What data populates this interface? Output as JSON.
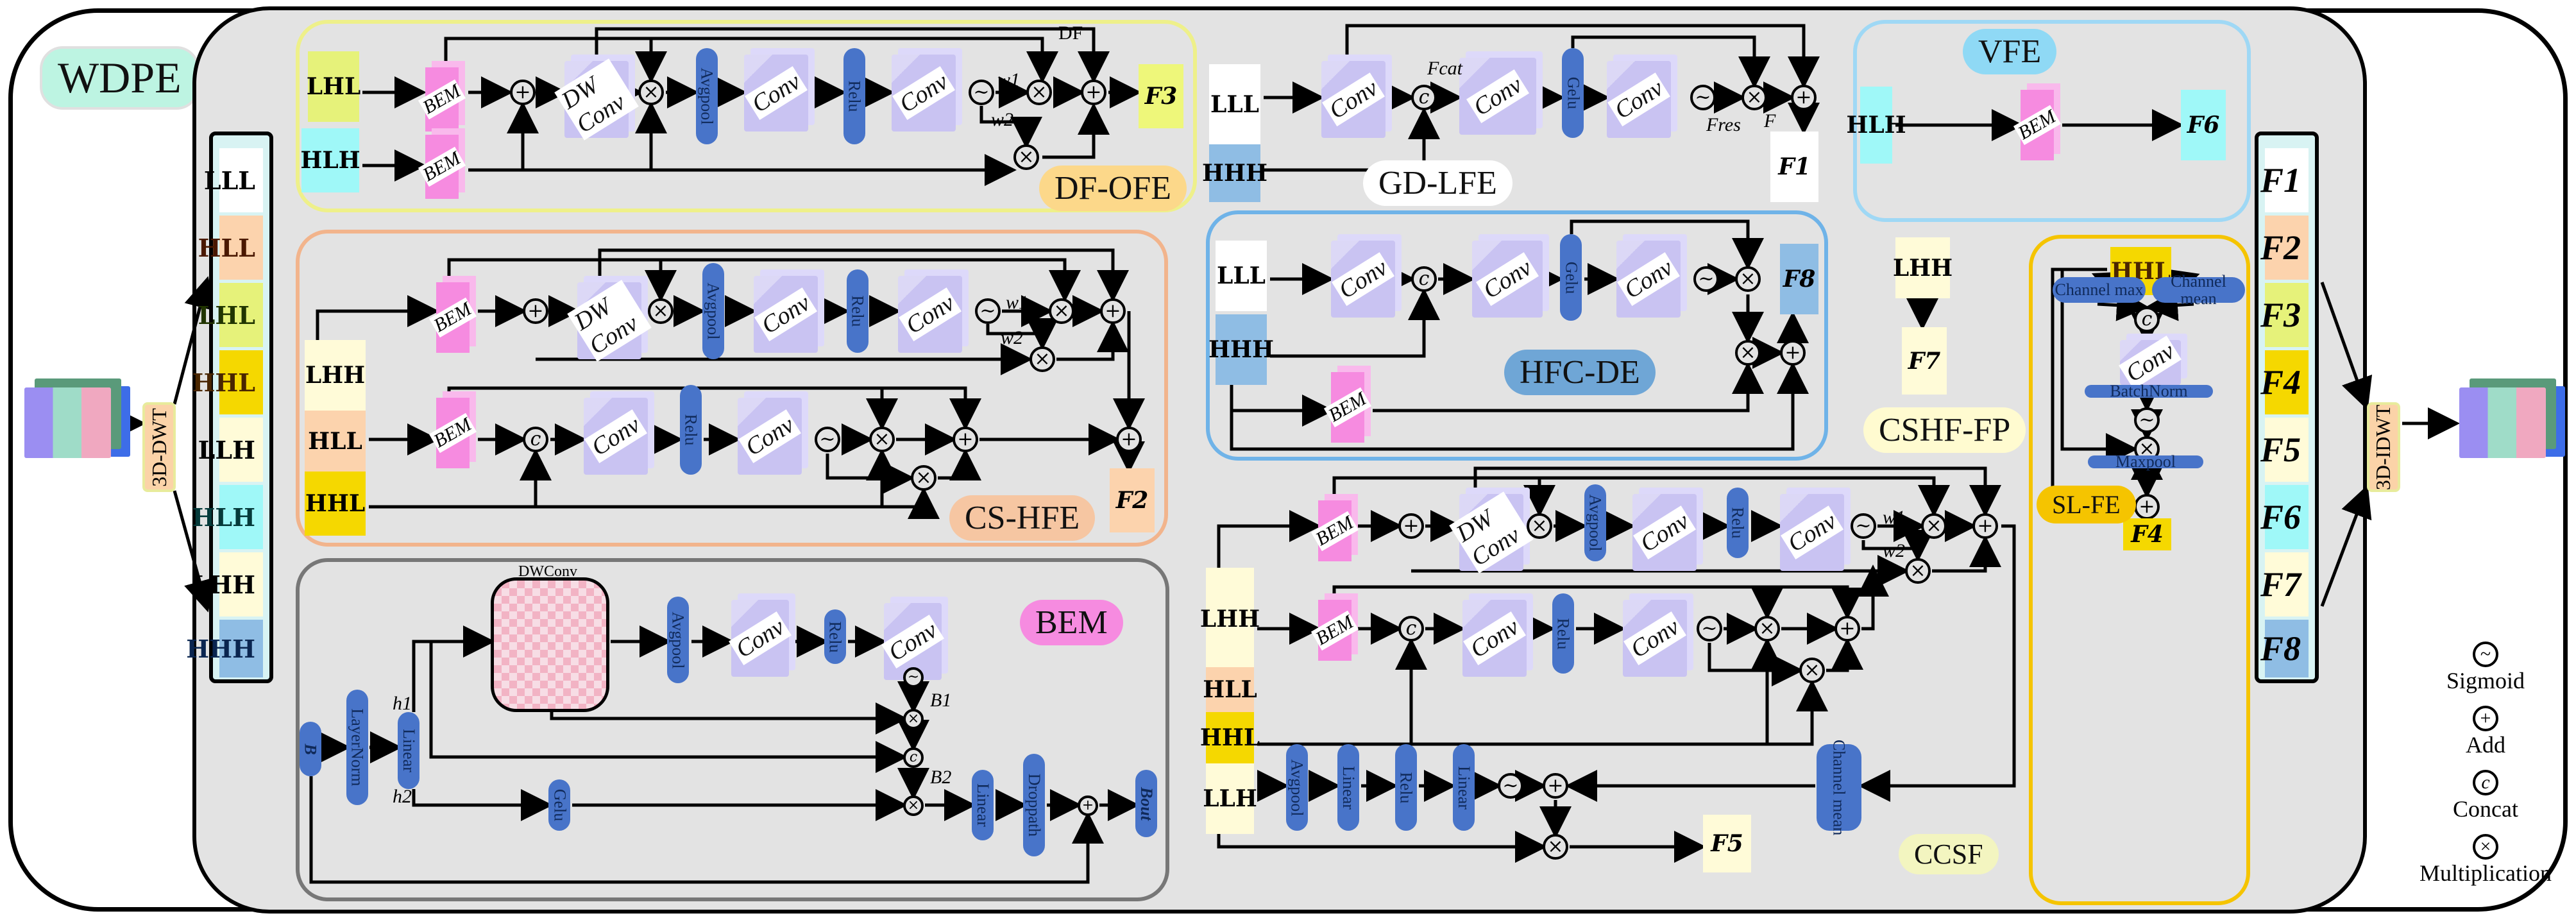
{
  "title": "WDPE",
  "input": {
    "transform_label": "3D-DWT"
  },
  "subbands": [
    "LLL",
    "HLL",
    "LHL",
    "HHL",
    "LLH",
    "HLH",
    "LHH",
    "HHH"
  ],
  "subband_colors": [
    "#ffffff",
    "#fcd3ad",
    "#e6f27a",
    "#f5d800",
    "#fffbd8",
    "#9ff8f8",
    "#fffbd8",
    "#8fbde4"
  ],
  "outputs": [
    "F1",
    "F2",
    "F3",
    "F4",
    "F5",
    "F6",
    "F7",
    "F8"
  ],
  "output": {
    "transform_label": "3D-IDWT"
  },
  "modules": {
    "df_ofe": {
      "name": "DF-OFE",
      "inputs": [
        "LHL",
        "HLH"
      ],
      "blocks": [
        "BEM",
        "BEM",
        "DW Conv",
        "Avgpool",
        "Conv",
        "Relu",
        "Conv"
      ],
      "labels": {
        "df": "DF",
        "w1": "w1",
        "w2": "w2"
      },
      "output": "F3"
    },
    "gd_lfe": {
      "name": "GD-LFE",
      "inputs": [
        "LLL",
        "HHH"
      ],
      "blocks": [
        "Conv",
        "Conv",
        "Gelu",
        "Conv"
      ],
      "labels": {
        "fcat": "Fcat",
        "fres": "Fres",
        "f": "F"
      },
      "output": "F1"
    },
    "vfe": {
      "name": "VFE",
      "inputs": [
        "HLH"
      ],
      "blocks": [
        "BEM"
      ],
      "output": "F6"
    },
    "cs_hfe": {
      "name": "CS-HFE",
      "inputs": [
        "LHH",
        "HLL",
        "HHL"
      ],
      "blocks": [
        "BEM",
        "DW Conv",
        "Avgpool",
        "Conv",
        "Relu",
        "Conv",
        "BEM",
        "Conv",
        "Relu",
        "Conv"
      ],
      "labels": {
        "w1": "w1",
        "w2": "w2"
      },
      "output": "F2"
    },
    "hfc_de": {
      "name": "HFC-DE",
      "inputs": [
        "LLL",
        "HHH"
      ],
      "blocks": [
        "Conv",
        "Conv",
        "Gelu",
        "Conv",
        "BEM"
      ],
      "output": "F8"
    },
    "cshf_fp": {
      "name": "CSHF-FP",
      "inputs": [
        "LHH"
      ],
      "output": "F7"
    },
    "sl_fe": {
      "name": "SL-FE",
      "inputs": [
        "HHL"
      ],
      "blocks": [
        "Channel max",
        "Channel mean",
        "Conv",
        "BatchNorm",
        "Maxpool"
      ],
      "output": "F4"
    },
    "bem": {
      "name": "BEM",
      "input": "B",
      "blocks": [
        "LayerNorm",
        "Linear",
        "DWConv",
        "Avgpool",
        "Conv",
        "Relu",
        "Conv",
        "Gelu",
        "Linear",
        "Droppath"
      ],
      "labels": {
        "h1": "h1",
        "h2": "h2",
        "b1": "B1",
        "b2": "B2"
      },
      "output": "Bout"
    },
    "ccsf": {
      "name": "CCSF",
      "inputs": [
        "LHH",
        "HLL",
        "HHL",
        "LLH"
      ],
      "blocks": [
        "BEM",
        "DW Conv",
        "Avgpool",
        "Conv",
        "Relu",
        "Conv",
        "BEM",
        "Conv",
        "Relu",
        "Conv",
        "Avgpool",
        "Linear",
        "Relu",
        "Linear",
        "Channel mean"
      ],
      "labels": {
        "w1": "w1",
        "w2": "w2"
      },
      "output": "F5"
    }
  },
  "legend": [
    {
      "symbol": "sigmoid",
      "label": "Sigmoid"
    },
    {
      "symbol": "add",
      "label": "Add"
    },
    {
      "symbol": "concat",
      "label": "Concat"
    },
    {
      "symbol": "multiply",
      "label": "Multiplication"
    }
  ],
  "colors": {
    "panel": "#e3e3e3",
    "conv": "#c9c3f2",
    "op_pill": "#4874c9",
    "bem": "#f68be0",
    "df_ofe_border": "#eef08a",
    "cs_hfe_border": "#f2b48c",
    "gd_lfe_tag": "#ffffff",
    "hfc_de_border": "#6fb3e8",
    "vfe_border": "#9fd8f5",
    "sl_fe_border": "#f5c400",
    "bem_tag": "#f68be0",
    "ccsf_tag": "#f3f5c0",
    "cshf_fp_tag": "#fffbd0"
  }
}
